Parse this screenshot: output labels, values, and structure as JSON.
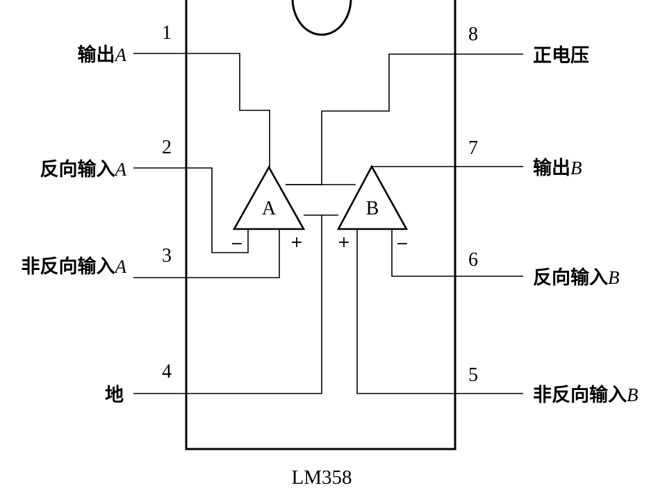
{
  "chip": {
    "name": "LM358",
    "pins": [
      {
        "number": "1",
        "label_cn": "输出",
        "label_var": "A"
      },
      {
        "number": "2",
        "label_cn": "反向输入",
        "label_var": "A"
      },
      {
        "number": "3",
        "label_cn": "非反向输入",
        "label_var": "A"
      },
      {
        "number": "4",
        "label_cn": "地",
        "label_var": ""
      },
      {
        "number": "5",
        "label_cn": "非反向输入",
        "label_var": "B"
      },
      {
        "number": "6",
        "label_cn": "反向输入",
        "label_var": "B"
      },
      {
        "number": "7",
        "label_cn": "输出",
        "label_var": "B"
      },
      {
        "number": "8",
        "label_cn": "正电压",
        "label_var": ""
      }
    ]
  },
  "opamps": [
    {
      "name": "A",
      "minus": "−",
      "plus": "+"
    },
    {
      "name": "B",
      "minus": "−",
      "plus": "+"
    }
  ]
}
